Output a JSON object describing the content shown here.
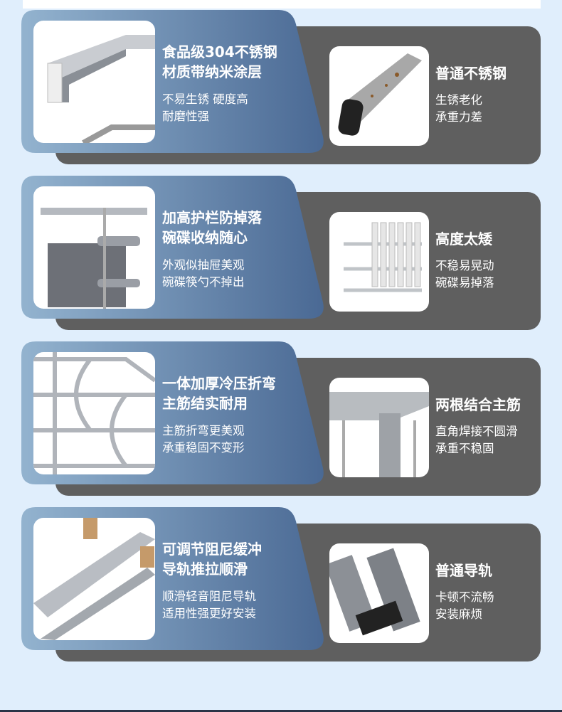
{
  "colors": {
    "background": "#e0eefc",
    "gray_card": "#5f5f5f",
    "blue_light": "#93b3cf",
    "blue_dark": "#4a6994"
  },
  "rows": [
    {
      "left": {
        "title": [
          "食品级304不锈钢",
          "材质带纳米涂层"
        ],
        "desc": [
          "不易生锈 硬度高",
          "耐磨性强"
        ],
        "image": "stainless-steel-bar"
      },
      "right": {
        "title": "普通不锈钢",
        "desc": [
          "生锈老化",
          "承重力差"
        ],
        "image": "rusty-steel-bar"
      }
    },
    {
      "left": {
        "title": [
          "加高护栏防掉落",
          "碗碟收纳随心"
        ],
        "desc": [
          "外观似抽屉美观",
          "碗碟筷勺不掉出"
        ],
        "image": "high-guardrail-rack"
      },
      "right": {
        "title": "高度太矮",
        "desc": [
          "不稳易晃动",
          "碗碟易掉落"
        ],
        "image": "low-dish-rack"
      }
    },
    {
      "left": {
        "title": [
          "一体加厚冷压折弯",
          "主筋结实耐用"
        ],
        "desc": [
          "主筋折弯更美观",
          "承重稳固不变形"
        ],
        "image": "bent-main-rib"
      },
      "right": {
        "title": "两根结合主筋",
        "desc": [
          "直角焊接不圆滑",
          "承重不稳固"
        ],
        "image": "welded-rib"
      }
    },
    {
      "left": {
        "title": [
          "可调节阻尼缓冲",
          "导轨推拉顺滑"
        ],
        "desc": [
          "顺滑轻音阻尼导轨",
          "适用性强更好安装"
        ],
        "image": "damping-slide-rail"
      },
      "right": {
        "title": "普通导轨",
        "desc": [
          "卡顿不流畅",
          "安装麻烦"
        ],
        "image": "ordinary-slide-rail"
      }
    }
  ]
}
